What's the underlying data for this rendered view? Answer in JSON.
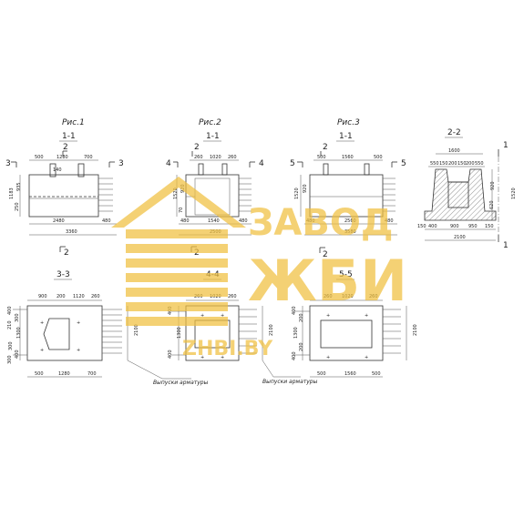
{
  "figures": {
    "fig1": "Рис.1",
    "fig2": "Рис.2",
    "fig3": "Рис.3"
  },
  "sections": {
    "s11a": "1-1",
    "s11b": "1-1",
    "s11c": "1-1",
    "s22": "2-2",
    "s33": "3-3",
    "s44": "4-4",
    "s55": "5-5"
  },
  "cut_marks": {
    "c3a": "3",
    "c3b": "3",
    "c4a": "4",
    "c4b": "4",
    "c5a": "5",
    "c5b": "5",
    "c2a": "2",
    "c2b": "2",
    "c2c": "2",
    "c2d": "2",
    "c2e": "2",
    "c2f": "2",
    "c1a": "1",
    "c1b": "1"
  },
  "dims": {
    "f1_top": [
      "500",
      "1280",
      "700"
    ],
    "f1_left": [
      "1183",
      "935",
      "250"
    ],
    "f1_small": "140",
    "f1_bottom": [
      "2480",
      "480"
    ],
    "f1_total": "3360",
    "f2_top": [
      "260",
      "1020",
      "260"
    ],
    "f2_left": [
      "1520",
      "920",
      "70"
    ],
    "f2_bottom": [
      "480",
      "1540",
      "480"
    ],
    "f2_total": "2500",
    "f3_top": [
      "500",
      "1560",
      "500"
    ],
    "f3_left": [
      "1520",
      "920"
    ],
    "f3_bottom": [
      "480",
      "2560",
      "480"
    ],
    "f3_total": "3580",
    "s22_top": "1600",
    "s22_sub": [
      "550",
      "150",
      "200",
      "150",
      "200",
      "550"
    ],
    "s22_right": [
      "920",
      "620"
    ],
    "s22_right2": "1520",
    "s22_left": "150",
    "s22_left2": "150",
    "s22_bottom": [
      "400",
      "900",
      "950"
    ],
    "s22_total": "2100",
    "s33_top": [
      "900",
      "200",
      "1120",
      "260"
    ],
    "s33_left": [
      "400",
      "300",
      "210",
      "1300",
      "300",
      "400",
      "300"
    ],
    "s33_bottom": [
      "500",
      "1280",
      "700"
    ],
    "s33_right": "2100",
    "s44_top": [
      "260",
      "1020",
      "260"
    ],
    "s44_left": [
      "400",
      "1300",
      "400"
    ],
    "s44_right": "2100",
    "s55_top": [
      "260",
      "1020",
      "260"
    ],
    "s55_left": [
      "400",
      "200",
      "1300",
      "200",
      "400"
    ],
    "s55_bottom": [
      "500",
      "1560",
      "500"
    ],
    "s55_right": "2100"
  },
  "notes": {
    "n1": "Выпуски арматуры",
    "n2": "Выпуски арматуры"
  },
  "watermark": {
    "line1": "ЗАВОД",
    "line2": "ЖБИ",
    "line3": "ZHBI.BY",
    "color": "#f0c040"
  }
}
